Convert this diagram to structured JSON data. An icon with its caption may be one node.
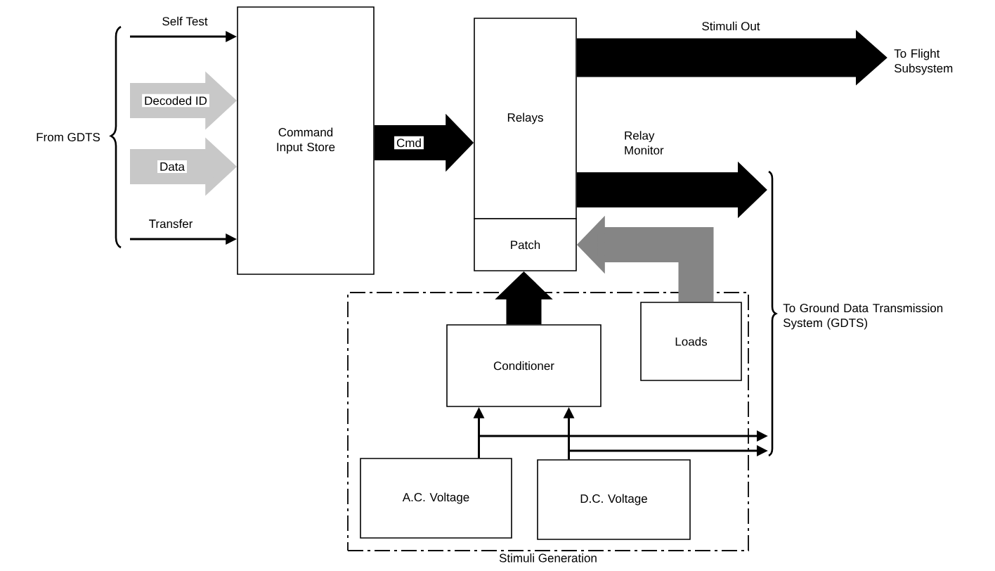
{
  "diagram": {
    "nodes": [
      {
        "text": [
          "From GDTS"
        ]
      },
      {
        "text": [
          "Command Input Store"
        ]
      },
      {
        "text": [
          "Relays"
        ]
      },
      {
        "text": [
          "Patch"
        ]
      },
      {
        "text": [
          "Stimuli Generation"
        ]
      },
      {
        "text": [
          "Conditioner"
        ],
        "in": 4
      },
      {
        "text": [
          "Loads"
        ],
        "in": 4
      },
      {
        "text": [
          "A.C. Voltage"
        ],
        "in": 4
      },
      {
        "text": [
          "D.C. Voltage"
        ],
        "in": 4
      },
      {
        "text": [
          "To Flight Subsystem"
        ]
      },
      {
        "text": [
          "To Ground Data Transmission System (GDTS)"
        ]
      }
    ],
    "edges": [
      {
        "from": 0,
        "to": 1,
        "arrow": "to",
        "label": "Self Test"
      },
      {
        "from": 0,
        "to": 1,
        "arrow": "to",
        "label": "Decoded ID",
        "color": "#c8c8c8"
      },
      {
        "from": 0,
        "to": 1,
        "arrow": "to",
        "label": "Data",
        "color": "#c8c8c8"
      },
      {
        "from": 0,
        "to": 1,
        "arrow": "to",
        "label": "Transfer"
      },
      {
        "from": 1,
        "to": 2,
        "arrow": "to",
        "label": "Cmd"
      },
      {
        "from": 2,
        "to": 9,
        "arrow": "to",
        "label": "Stimuli Out"
      },
      {
        "from": 2,
        "to": 10,
        "arrow": "to",
        "label": "Relay Monitor"
      },
      {
        "from": 6,
        "to": 3,
        "arrow": "to",
        "color": "#858585"
      },
      {
        "from": 5,
        "to": 3,
        "arrow": "to"
      },
      {
        "from": 7,
        "to": 5,
        "arrow": "to"
      },
      {
        "from": 8,
        "to": 5,
        "arrow": "to"
      },
      {
        "from": 7,
        "to": 10,
        "arrow": "to"
      },
      {
        "from": 8,
        "to": 10,
        "arrow": "to"
      }
    ]
  }
}
